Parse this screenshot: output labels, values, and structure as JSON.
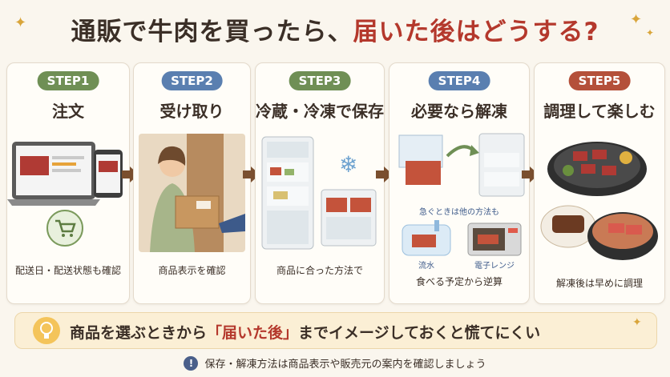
{
  "title": {
    "main": "通販で牛肉を買ったら、",
    "accent": "届いた後はどうする?"
  },
  "steps": [
    {
      "label": "STEP1",
      "title": "注文",
      "caption": "配送日・配送状態も確認",
      "color": "#6f8f55"
    },
    {
      "label": "STEP2",
      "title": "受け取り",
      "caption": "商品表示を確認",
      "color": "#5a7fb0"
    },
    {
      "label": "STEP3",
      "title": "冷蔵・冷凍で保存",
      "caption": "商品に合った方法で",
      "color": "#6f8f55"
    },
    {
      "label": "STEP4",
      "title": "必要なら解凍",
      "caption": "食べる予定から逆算",
      "color": "#5a7fb0",
      "note": "急ぐときは他の方法も",
      "method_water": "流水",
      "method_microwave": "電子レンジ"
    },
    {
      "label": "STEP5",
      "title": "調理して楽しむ",
      "caption": "解凍後は早めに調理",
      "color": "#b4503a"
    }
  ],
  "banner": {
    "before": "商品を選ぶときから",
    "highlight": "「届いた後」",
    "after": "までイメージしておくと慌てにくい"
  },
  "footer": "保存・解凍方法は商品表示や販売元の案内を確認しましょう",
  "icons": {
    "cart": "cart-icon",
    "snowflake": "snowflake-icon",
    "bulb": "lightbulb-icon",
    "info": "exclamation-icon",
    "sparkle": "sparkle-icon"
  }
}
